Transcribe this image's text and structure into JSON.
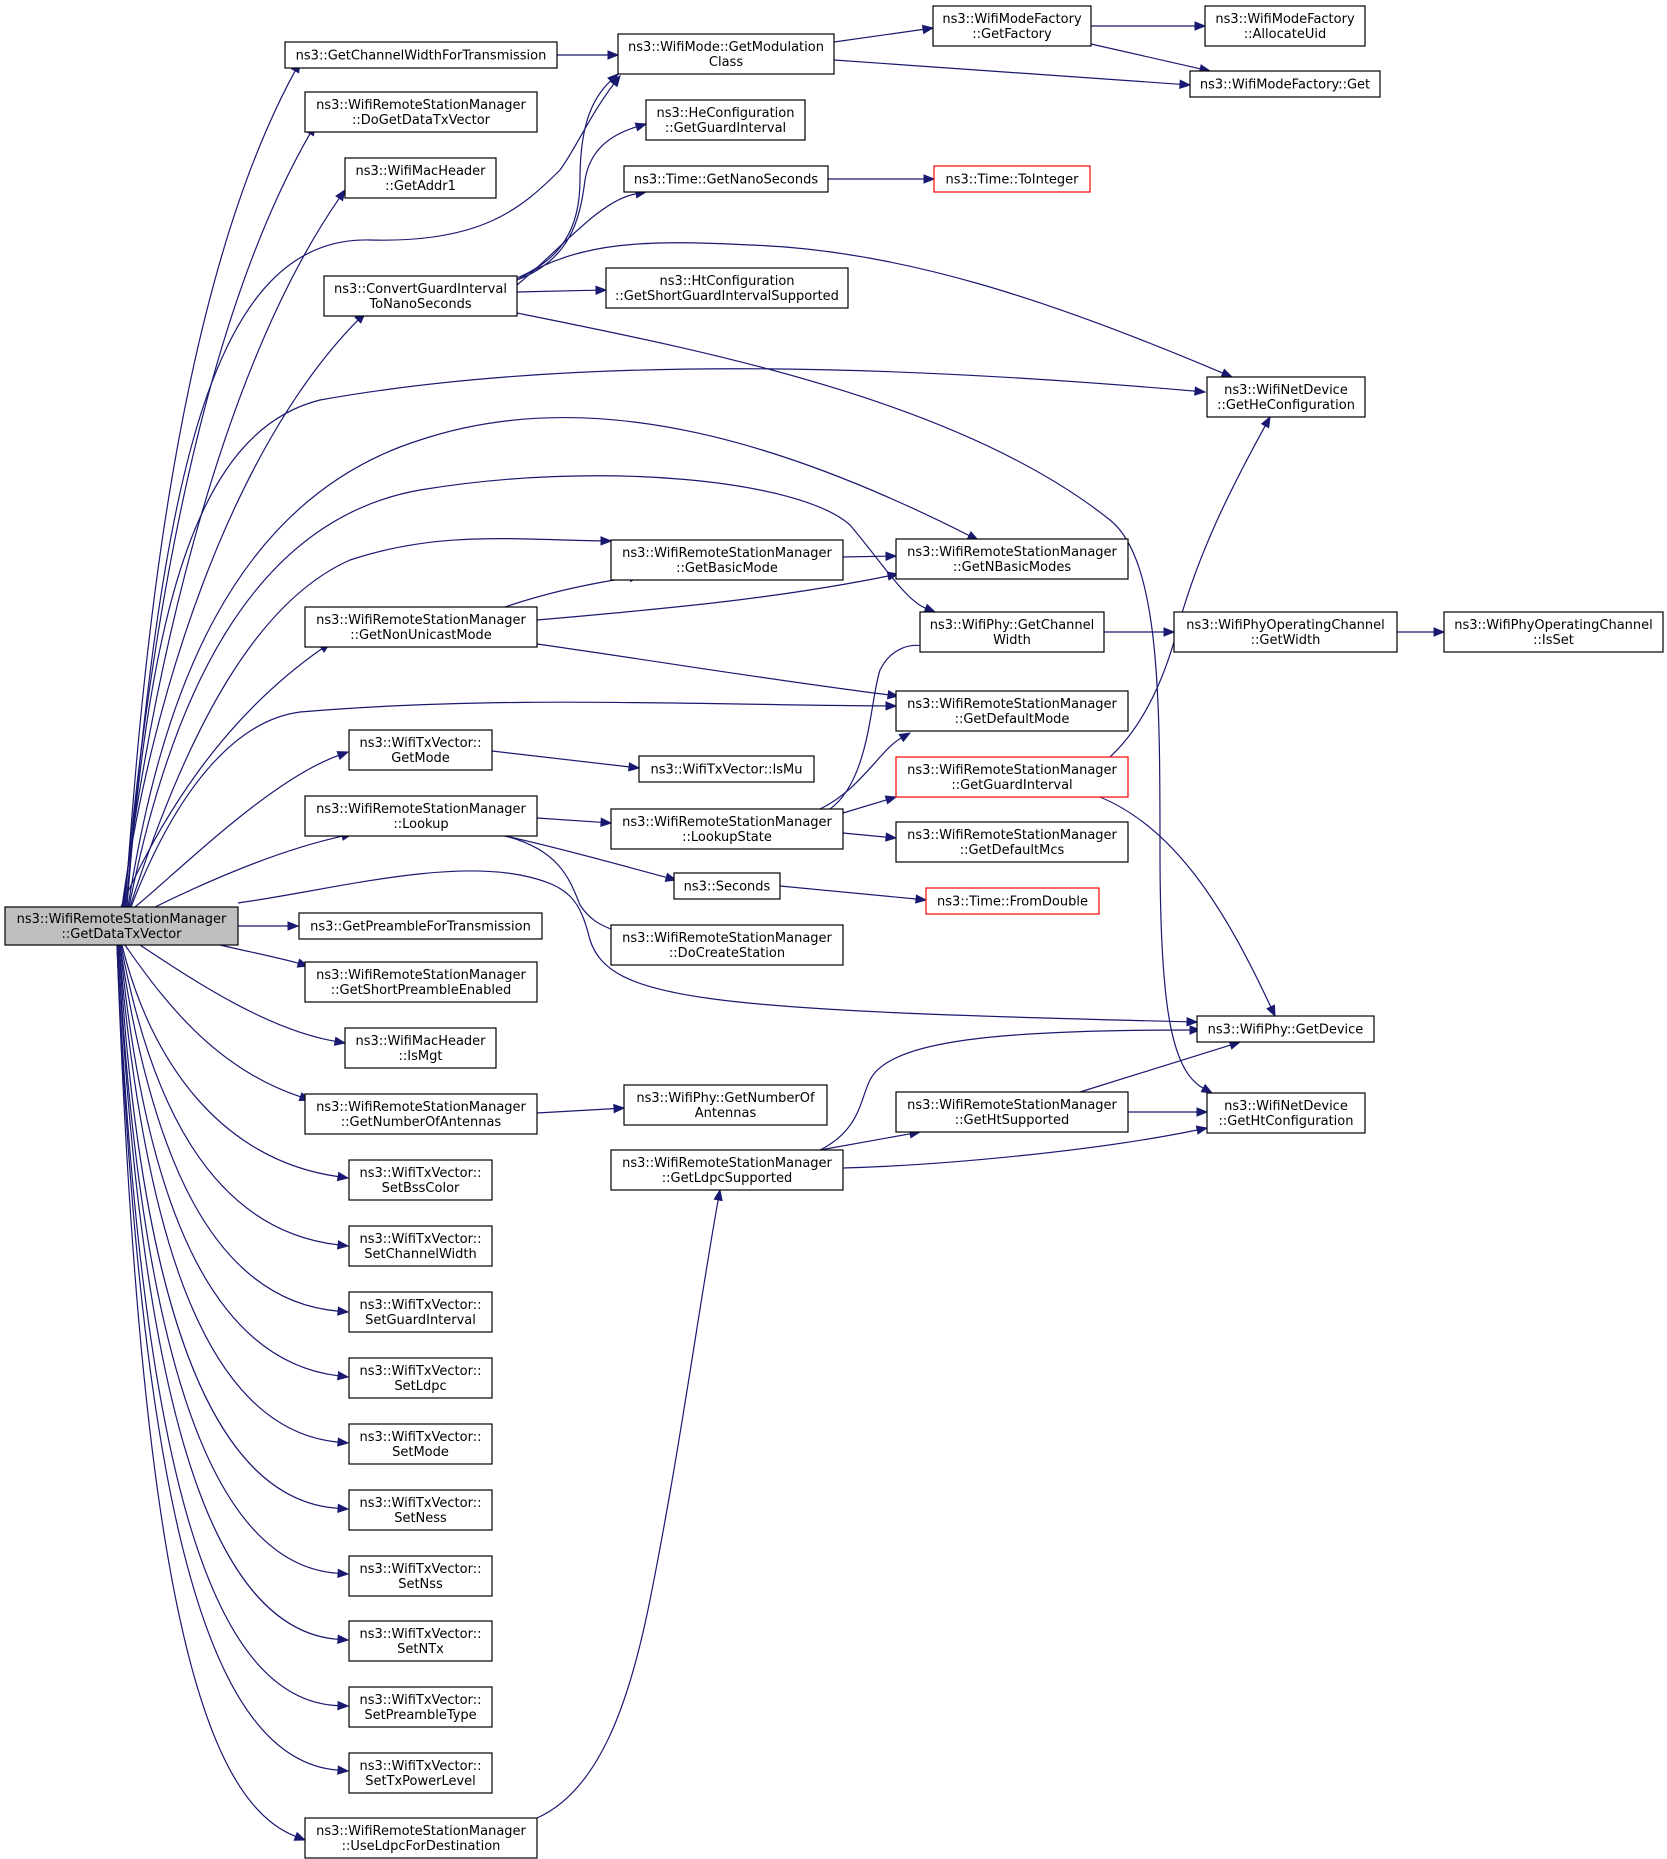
{
  "nodes": {
    "root": {
      "lines": [
        "ns3::WifiRemoteStationManager",
        "::GetDataTxVector"
      ],
      "root": true
    },
    "gcwft": {
      "lines": [
        "ns3::GetChannelWidthForTransmission"
      ]
    },
    "dogdtx": {
      "lines": [
        "ns3::WifiRemoteStationManager",
        "::DoGetDataTxVector"
      ]
    },
    "addr1": {
      "lines": [
        "ns3::WifiMacHeader",
        "::GetAddr1"
      ]
    },
    "cgi": {
      "lines": [
        "ns3::ConvertGuardInterval",
        "ToNanoSeconds"
      ]
    },
    "nonuni": {
      "lines": [
        "ns3::WifiRemoteStationManager",
        "::GetNonUnicastMode"
      ]
    },
    "txgetmode": {
      "lines": [
        "ns3::WifiTxVector::",
        "GetMode"
      ]
    },
    "lookup": {
      "lines": [
        "ns3::WifiRemoteStationManager",
        "::Lookup"
      ]
    },
    "gpft": {
      "lines": [
        "ns3::GetPreambleForTransmission"
      ]
    },
    "gspe": {
      "lines": [
        "ns3::WifiRemoteStationManager",
        "::GetShortPreambleEnabled"
      ]
    },
    "ismgt": {
      "lines": [
        "ns3::WifiMacHeader",
        "::IsMgt"
      ]
    },
    "gnoa": {
      "lines": [
        "ns3::WifiRemoteStationManager",
        "::GetNumberOfAntennas"
      ]
    },
    "sbss": {
      "lines": [
        "ns3::WifiTxVector::",
        "SetBssColor"
      ]
    },
    "scw": {
      "lines": [
        "ns3::WifiTxVector::",
        "SetChannelWidth"
      ]
    },
    "sgi": {
      "lines": [
        "ns3::WifiTxVector::",
        "SetGuardInterval"
      ]
    },
    "sldpc": {
      "lines": [
        "ns3::WifiTxVector::",
        "SetLdpc"
      ]
    },
    "smode": {
      "lines": [
        "ns3::WifiTxVector::",
        "SetMode"
      ]
    },
    "sness": {
      "lines": [
        "ns3::WifiTxVector::",
        "SetNess"
      ]
    },
    "snss": {
      "lines": [
        "ns3::WifiTxVector::",
        "SetNss"
      ]
    },
    "sntx": {
      "lines": [
        "ns3::WifiTxVector::",
        "SetNTx"
      ]
    },
    "spt": {
      "lines": [
        "ns3::WifiTxVector::",
        "SetPreambleType"
      ]
    },
    "stpl": {
      "lines": [
        "ns3::WifiTxVector::",
        "SetTxPowerLevel"
      ]
    },
    "uldpc": {
      "lines": [
        "ns3::WifiRemoteStationManager",
        "::UseLdpcForDestination"
      ]
    },
    "getmodclass": {
      "lines": [
        "ns3::WifiMode::GetModulation",
        "Class"
      ]
    },
    "hegi": {
      "lines": [
        "ns3::HeConfiguration",
        "::GetGuardInterval"
      ]
    },
    "getnano": {
      "lines": [
        "ns3::Time::GetNanoSeconds"
      ]
    },
    "htsgis": {
      "lines": [
        "ns3::HtConfiguration",
        "::GetShortGuardIntervalSupported"
      ]
    },
    "getbasic": {
      "lines": [
        "ns3::WifiRemoteStationManager",
        "::GetBasicMode"
      ]
    },
    "ismu": {
      "lines": [
        "ns3::WifiTxVector::IsMu"
      ]
    },
    "lookupstate": {
      "lines": [
        "ns3::WifiRemoteStationManager",
        "::LookupState"
      ]
    },
    "seconds": {
      "lines": [
        "ns3::Seconds"
      ]
    },
    "docreate": {
      "lines": [
        "ns3::WifiRemoteStationManager",
        "::DoCreateStation"
      ]
    },
    "gnoa2": {
      "lines": [
        "ns3::WifiPhy::GetNumberOf",
        "Antennas"
      ]
    },
    "getldpc": {
      "lines": [
        "ns3::WifiRemoteStationManager",
        "::GetLdpcSupported"
      ]
    },
    "getfactory": {
      "lines": [
        "ns3::WifiModeFactory",
        "::GetFactory"
      ]
    },
    "tointeger": {
      "lines": [
        "ns3::Time::ToInteger"
      ],
      "truncated": true
    },
    "getnbasic": {
      "lines": [
        "ns3::WifiRemoteStationManager",
        "::GetNBasicModes"
      ]
    },
    "getchw": {
      "lines": [
        "ns3::WifiPhy::GetChannel",
        "Width"
      ]
    },
    "getdefmode": {
      "lines": [
        "ns3::WifiRemoteStationManager",
        "::GetDefaultMode"
      ]
    },
    "getgi": {
      "lines": [
        "ns3::WifiRemoteStationManager",
        "::GetGuardInterval"
      ],
      "truncated": true
    },
    "getdefmcs": {
      "lines": [
        "ns3::WifiRemoteStationManager",
        "::GetDefaultMcs"
      ]
    },
    "fromdouble": {
      "lines": [
        "ns3::Time::FromDouble"
      ],
      "truncated": true
    },
    "getht": {
      "lines": [
        "ns3::WifiRemoteStationManager",
        "::GetHtSupported"
      ]
    },
    "allocuid": {
      "lines": [
        "ns3::WifiModeFactory",
        "::AllocateUid"
      ]
    },
    "wmfget": {
      "lines": [
        "ns3::WifiModeFactory::Get"
      ]
    },
    "hecfg": {
      "lines": [
        "ns3::WifiNetDevice",
        "::GetHeConfiguration"
      ]
    },
    "getwidth": {
      "lines": [
        "ns3::WifiPhyOperatingChannel",
        "::GetWidth"
      ]
    },
    "getdevice": {
      "lines": [
        "ns3::WifiPhy::GetDevice"
      ]
    },
    "htcfg": {
      "lines": [
        "ns3::WifiNetDevice",
        "::GetHtConfiguration"
      ]
    },
    "isset": {
      "lines": [
        "ns3::WifiPhyOperatingChannel",
        "::IsSet"
      ]
    }
  },
  "edges": [
    [
      "root",
      "gcwft"
    ],
    [
      "root",
      "dogdtx"
    ],
    [
      "root",
      "addr1"
    ],
    [
      "root",
      "cgi"
    ],
    [
      "root",
      "nonuni"
    ],
    [
      "root",
      "txgetmode"
    ],
    [
      "root",
      "lookup"
    ],
    [
      "root",
      "gpft"
    ],
    [
      "root",
      "gspe"
    ],
    [
      "root",
      "ismgt"
    ],
    [
      "root",
      "gnoa"
    ],
    [
      "root",
      "sbss"
    ],
    [
      "root",
      "scw"
    ],
    [
      "root",
      "sgi"
    ],
    [
      "root",
      "sldpc"
    ],
    [
      "root",
      "smode"
    ],
    [
      "root",
      "sness"
    ],
    [
      "root",
      "snss"
    ],
    [
      "root",
      "sntx"
    ],
    [
      "root",
      "spt"
    ],
    [
      "root",
      "stpl"
    ],
    [
      "root",
      "uldpc"
    ],
    [
      "root",
      "getmodclass"
    ],
    [
      "root",
      "hecfg"
    ],
    [
      "root",
      "getnbasic"
    ],
    [
      "root",
      "getchw"
    ],
    [
      "root",
      "getbasic"
    ],
    [
      "root",
      "getdefmode"
    ],
    [
      "root",
      "getdevice"
    ],
    [
      "gcwft",
      "getmodclass"
    ],
    [
      "cgi",
      "getmodclass"
    ],
    [
      "cgi",
      "hegi"
    ],
    [
      "cgi",
      "getnano"
    ],
    [
      "cgi",
      "htsgis"
    ],
    [
      "cgi",
      "hecfg"
    ],
    [
      "cgi",
      "htcfg"
    ],
    [
      "nonuni",
      "getbasic"
    ],
    [
      "nonuni",
      "getnbasic"
    ],
    [
      "nonuni",
      "getdefmode"
    ],
    [
      "txgetmode",
      "ismu"
    ],
    [
      "lookup",
      "lookupstate"
    ],
    [
      "lookup",
      "seconds"
    ],
    [
      "lookup",
      "docreate"
    ],
    [
      "gnoa",
      "gnoa2"
    ],
    [
      "uldpc",
      "getldpc"
    ],
    [
      "getmodclass",
      "getfactory"
    ],
    [
      "getmodclass",
      "wmfget"
    ],
    [
      "getfactory",
      "allocuid"
    ],
    [
      "getfactory",
      "wmfget"
    ],
    [
      "getnano",
      "tointeger"
    ],
    [
      "getbasic",
      "getnbasic"
    ],
    [
      "getchw",
      "getwidth"
    ],
    [
      "getwidth",
      "isset"
    ],
    [
      "lookupstate",
      "getchw"
    ],
    [
      "lookupstate",
      "getdefmode"
    ],
    [
      "lookupstate",
      "getgi"
    ],
    [
      "lookupstate",
      "getdefmcs"
    ],
    [
      "getgi",
      "hecfg"
    ],
    [
      "getgi",
      "getdevice"
    ],
    [
      "seconds",
      "fromdouble"
    ],
    [
      "getldpc",
      "getht"
    ],
    [
      "getldpc",
      "getdevice"
    ],
    [
      "getldpc",
      "htcfg"
    ],
    [
      "getht",
      "getdevice"
    ],
    [
      "getht",
      "htcfg"
    ]
  ],
  "colors": {
    "edge": "#191970",
    "root_fill": "#bfbfbf",
    "truncated_border": "#ff0000"
  }
}
